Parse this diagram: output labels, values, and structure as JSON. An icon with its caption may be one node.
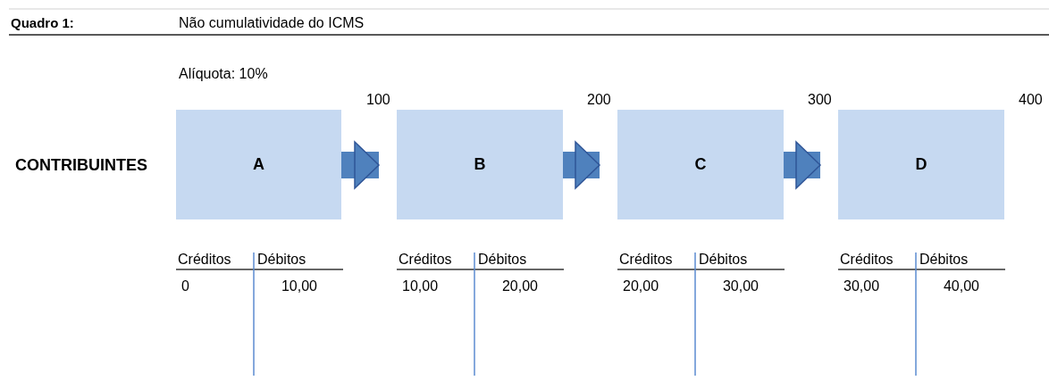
{
  "diagram": {
    "title": "Não cumulatividade do ICMS",
    "nodes": [
      {
        "text": [
          "A"
        ]
      },
      {
        "text": [
          "B"
        ]
      },
      {
        "text": [
          "C"
        ]
      },
      {
        "text": [
          "D"
        ]
      }
    ],
    "edges": [
      {
        "from": 0,
        "to": 1,
        "arrow": "to"
      },
      {
        "from": 1,
        "to": 2,
        "arrow": "to"
      },
      {
        "from": 2,
        "to": 3,
        "arrow": "to"
      }
    ],
    "labels": [
      "Quadro 1:",
      "Alíquota: 10%",
      "100",
      "200",
      "300",
      "400",
      "CONTRIBUINTES",
      "Créditos",
      "Débitos",
      "Créditos",
      "Débitos",
      "Créditos",
      "Débitos",
      "Créditos",
      "Débitos",
      "0",
      "10,00",
      "10,00",
      "20,00",
      "20,00",
      "30,00",
      "30,00",
      "40,00"
    ]
  }
}
